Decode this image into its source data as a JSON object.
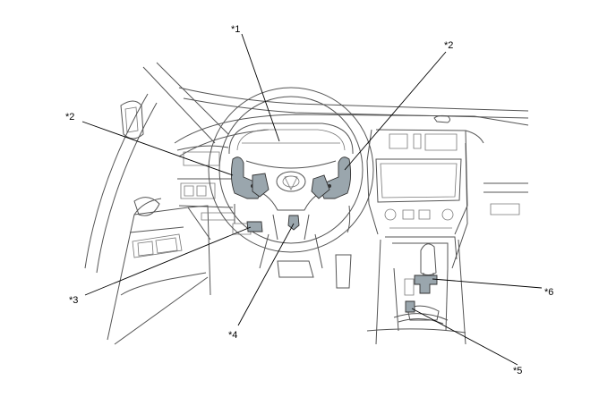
{
  "callouts": [
    {
      "id": "c1",
      "label": "*1"
    },
    {
      "id": "c2a",
      "label": "*2"
    },
    {
      "id": "c2b",
      "label": "*2"
    },
    {
      "id": "c3",
      "label": "*3"
    },
    {
      "id": "c4",
      "label": "*4"
    },
    {
      "id": "c5",
      "label": "*5"
    },
    {
      "id": "c6",
      "label": "*6"
    }
  ]
}
